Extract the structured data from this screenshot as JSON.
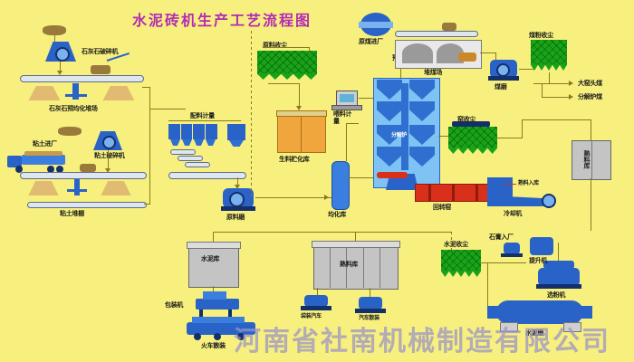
{
  "diagram": {
    "title": "水泥砖机生产工艺流程图",
    "watermark": "河南省社南机械制造有限公司",
    "background_color": "#F7F07E",
    "title_color": "#B32BB3",
    "watermark_color": "#9a92c9"
  },
  "labels": {
    "limestone_crusher": "石灰石破碎机",
    "limestone_prehomog": "石灰石预均化堆场",
    "clay_plant": "粘土进厂",
    "clay_crusher": "粘土破碎机",
    "clay_yard": "粘土堆棚",
    "raw_batching": "配料计量",
    "raw_mill": "原料磨",
    "raw_mill_dust": "原料收尘",
    "raw_silo": "均化库",
    "raw_meal_tank": "生料贮化库",
    "weighing_meter": "喂料计量",
    "preheater": "预热器",
    "decomposer": "分解炉",
    "rotary_kiln": "回转窑",
    "cooler": "冷却机",
    "clinker_in": "熟料入库",
    "kiln_dust": "窑收尘",
    "coal_in": "原煤进厂",
    "coal_yard": "堆煤场",
    "coal_mill": "煤磨",
    "coal_dust": "煤粉收尘",
    "kiln_head_coal": "大窑头煤",
    "decomposer_coal": "分解炉煤",
    "clinker_silo": "熟料库",
    "clinker_store": "熟料库",
    "gypsum_in": "石膏入厂",
    "cement_mill": "水泥磨",
    "cement_dust": "水泥收尘",
    "cement_silo": "水泥库",
    "elevator": "提升机",
    "separator": "选粉机",
    "packing": "包装机",
    "bag_truck": "袋装汽车",
    "bulk_truck": "汽车散装",
    "bulk_train": "火车散装",
    "train_bulk": "火车散装"
  }
}
